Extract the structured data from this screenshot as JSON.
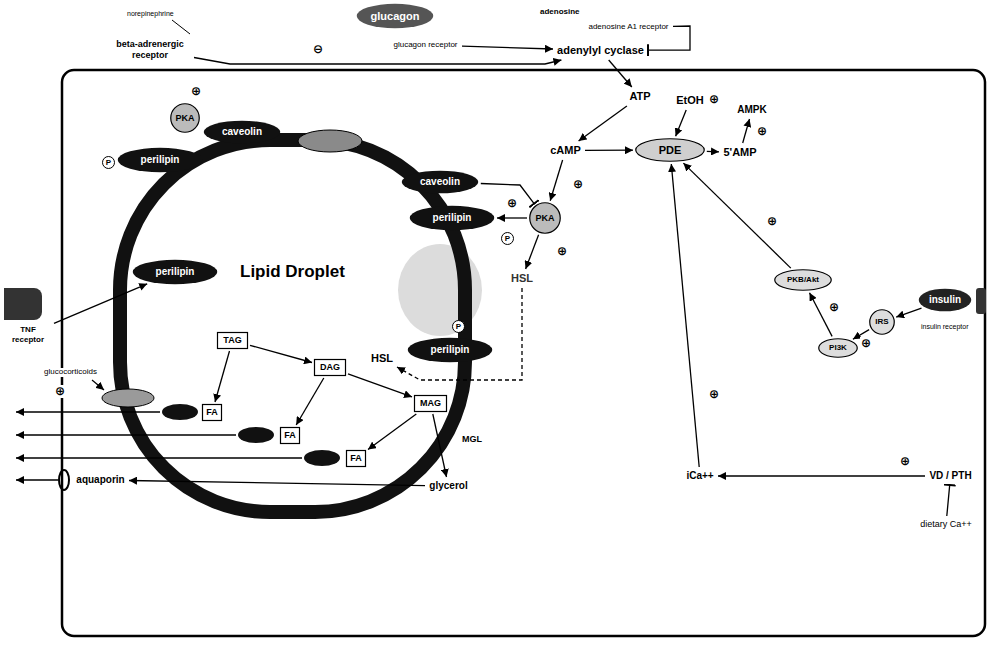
{
  "diagram": {
    "nodes": [
      {
        "text": [
          "glucagon"
        ]
      },
      {
        "text": [
          "glucagon receptor"
        ]
      },
      {
        "text": [
          "beta-adrenergic receptor"
        ]
      },
      {
        "text": [
          "adenosine A1 receptor"
        ]
      },
      {
        "text": [
          "adenylyl cyclase"
        ]
      },
      {
        "text": [
          "ATP"
        ]
      },
      {
        "text": [
          "EtOH"
        ]
      },
      {
        "text": [
          "AMPK"
        ]
      },
      {
        "text": [
          "cAMP"
        ]
      },
      {
        "text": [
          "PDE"
        ]
      },
      {
        "text": [
          "5'AMP"
        ]
      },
      {
        "text": [
          "PKA"
        ]
      },
      {
        "text": [
          "caveolin"
        ]
      },
      {
        "text": [
          "perilipin"
        ]
      },
      {
        "text": [
          "caveolin"
        ]
      },
      {
        "text": [
          "perilipin"
        ]
      },
      {
        "text": [
          "PKA"
        ]
      },
      {
        "text": [
          "HSL"
        ]
      },
      {
        "text": [
          "perilipin"
        ]
      },
      {
        "text": [
          "TNF receptor"
        ]
      },
      {
        "text": [
          "TAG"
        ]
      },
      {
        "text": [
          "DAG"
        ]
      },
      {
        "text": [
          "HSL"
        ]
      },
      {
        "text": [
          "MAG"
        ]
      },
      {
        "text": [
          "FA"
        ]
      },
      {
        "text": [
          "FA"
        ]
      },
      {
        "text": [
          "FA"
        ]
      },
      {
        "text": [
          "glycerol"
        ]
      },
      {
        "text": [
          "aquaporin"
        ]
      },
      {
        "text": [
          "perilipin"
        ]
      },
      {
        "text": [
          "insulin"
        ]
      },
      {
        "text": [
          "IRS"
        ]
      },
      {
        "text": [
          "PI3K"
        ]
      },
      {
        "text": [
          "PKB/Akt"
        ]
      },
      {
        "text": [
          "iCa++"
        ]
      },
      {
        "text": [
          "VD / PTH"
        ]
      },
      {
        "text": [
          "dietary Ca++"
        ]
      }
    ],
    "edges": [
      {
        "from": 2,
        "to": 4,
        "arrow": "to"
      },
      {
        "from": 1,
        "to": 4,
        "arrow": "to"
      },
      {
        "from": 3,
        "to": 4,
        "arrow": "to"
      },
      {
        "from": 4,
        "to": 5,
        "arrow": "to"
      },
      {
        "from": 5,
        "to": 8,
        "arrow": "to"
      },
      {
        "from": 8,
        "to": 9,
        "arrow": "to"
      },
      {
        "from": 9,
        "to": 10,
        "arrow": "to"
      },
      {
        "from": 6,
        "to": 9,
        "arrow": "to"
      },
      {
        "from": 10,
        "to": 7,
        "arrow": "to"
      },
      {
        "from": 8,
        "to": 16,
        "arrow": "to"
      },
      {
        "from": 16,
        "to": 15,
        "arrow": "to"
      },
      {
        "from": 16,
        "to": 17,
        "arrow": "to"
      },
      {
        "from": 14,
        "to": 16,
        "arrow": "to"
      },
      {
        "from": 17,
        "to": 22,
        "arrow": "to"
      },
      {
        "from": 20,
        "to": 21,
        "arrow": "to"
      },
      {
        "from": 21,
        "to": 23,
        "arrow": "to"
      },
      {
        "from": 23,
        "to": 27,
        "arrow": "to"
      },
      {
        "from": 20,
        "to": 24,
        "arrow": "to"
      },
      {
        "from": 21,
        "to": 25,
        "arrow": "to"
      },
      {
        "from": 23,
        "to": 26,
        "arrow": "to"
      },
      {
        "from": 27,
        "to": 28,
        "arrow": "to"
      },
      {
        "from": 19,
        "to": 18,
        "arrow": "to"
      },
      {
        "from": 30,
        "to": 31,
        "arrow": "to"
      },
      {
        "from": 31,
        "to": 32,
        "arrow": "to"
      },
      {
        "from": 32,
        "to": 33,
        "arrow": "to"
      },
      {
        "from": 33,
        "to": 9,
        "arrow": "to"
      },
      {
        "from": 34,
        "to": 9,
        "arrow": "to"
      },
      {
        "from": 35,
        "to": 34,
        "arrow": "to"
      },
      {
        "from": 36,
        "to": 35,
        "arrow": "to"
      }
    ],
    "labels": [
      "norepinephrine",
      "adenosine",
      "Lipid Droplet",
      "MGL",
      "glucocorticoids",
      "insulin receptor",
      "P",
      "P",
      "P",
      "⊖",
      "⊕",
      "⊕",
      "⊕",
      "⊕",
      "⊕",
      "⊕",
      "⊕",
      "⊕",
      "⊕",
      "⊕",
      "⊕",
      "⊕"
    ]
  }
}
